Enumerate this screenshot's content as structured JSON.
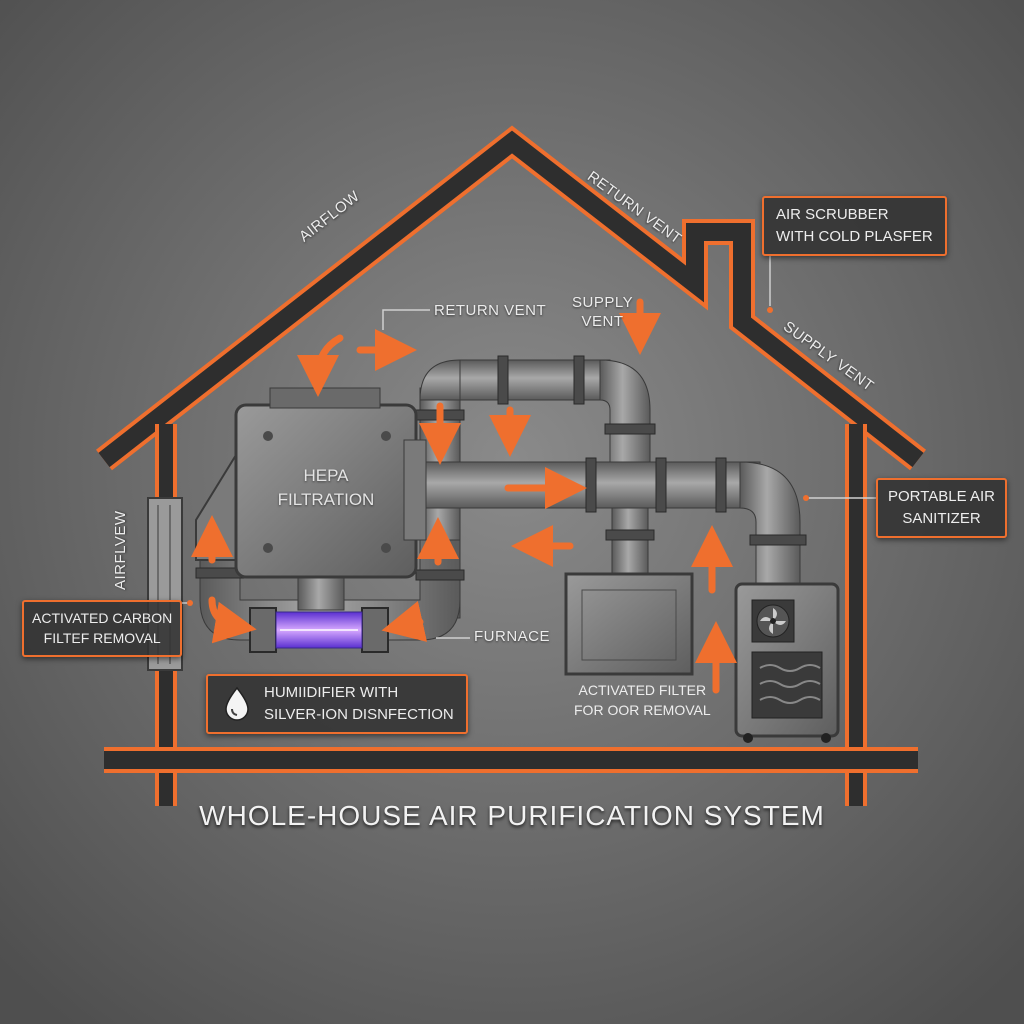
{
  "title": "WHOLE-HOUSE AIR PURIFICATION SYSTEM",
  "labels": {
    "airflow_roof": "AIRFLOW",
    "return_vent_roof": "RETURN VENT",
    "supply_vent_roof": "SUPPLY VENT",
    "return_vent_inner": "RETURN VENT",
    "supply_vent_inner": "SUPPLY\nVENT",
    "furnace": "FURNACE",
    "airflow_wall": "AIRFLVEW",
    "hepa": "HEPA\nFILTRATION"
  },
  "boxes": {
    "air_scrubber": "AIR SCRUBBER\nWITH COLD PLASFER",
    "portable_sanitizer": "PORTABLE AIR\nSANITIZER",
    "carbon_filter": "ACTIVATED CARBON\nFILTEF REMOVAL",
    "humidifier": "HUMIIDIFIER WITH\nSILVER-ION DISNFECTION",
    "activated_filter": "ACTIVATED FILTER\nFOR OOR REMOVAL"
  },
  "icons": [
    "water-drop-icon",
    "fan-icon",
    "uv-lamp-icon"
  ],
  "colors": {
    "accent": "#ef6f2e",
    "background": "#6e6e6e",
    "pipe": "#8a8a8a",
    "uv": "#9b59ff"
  }
}
